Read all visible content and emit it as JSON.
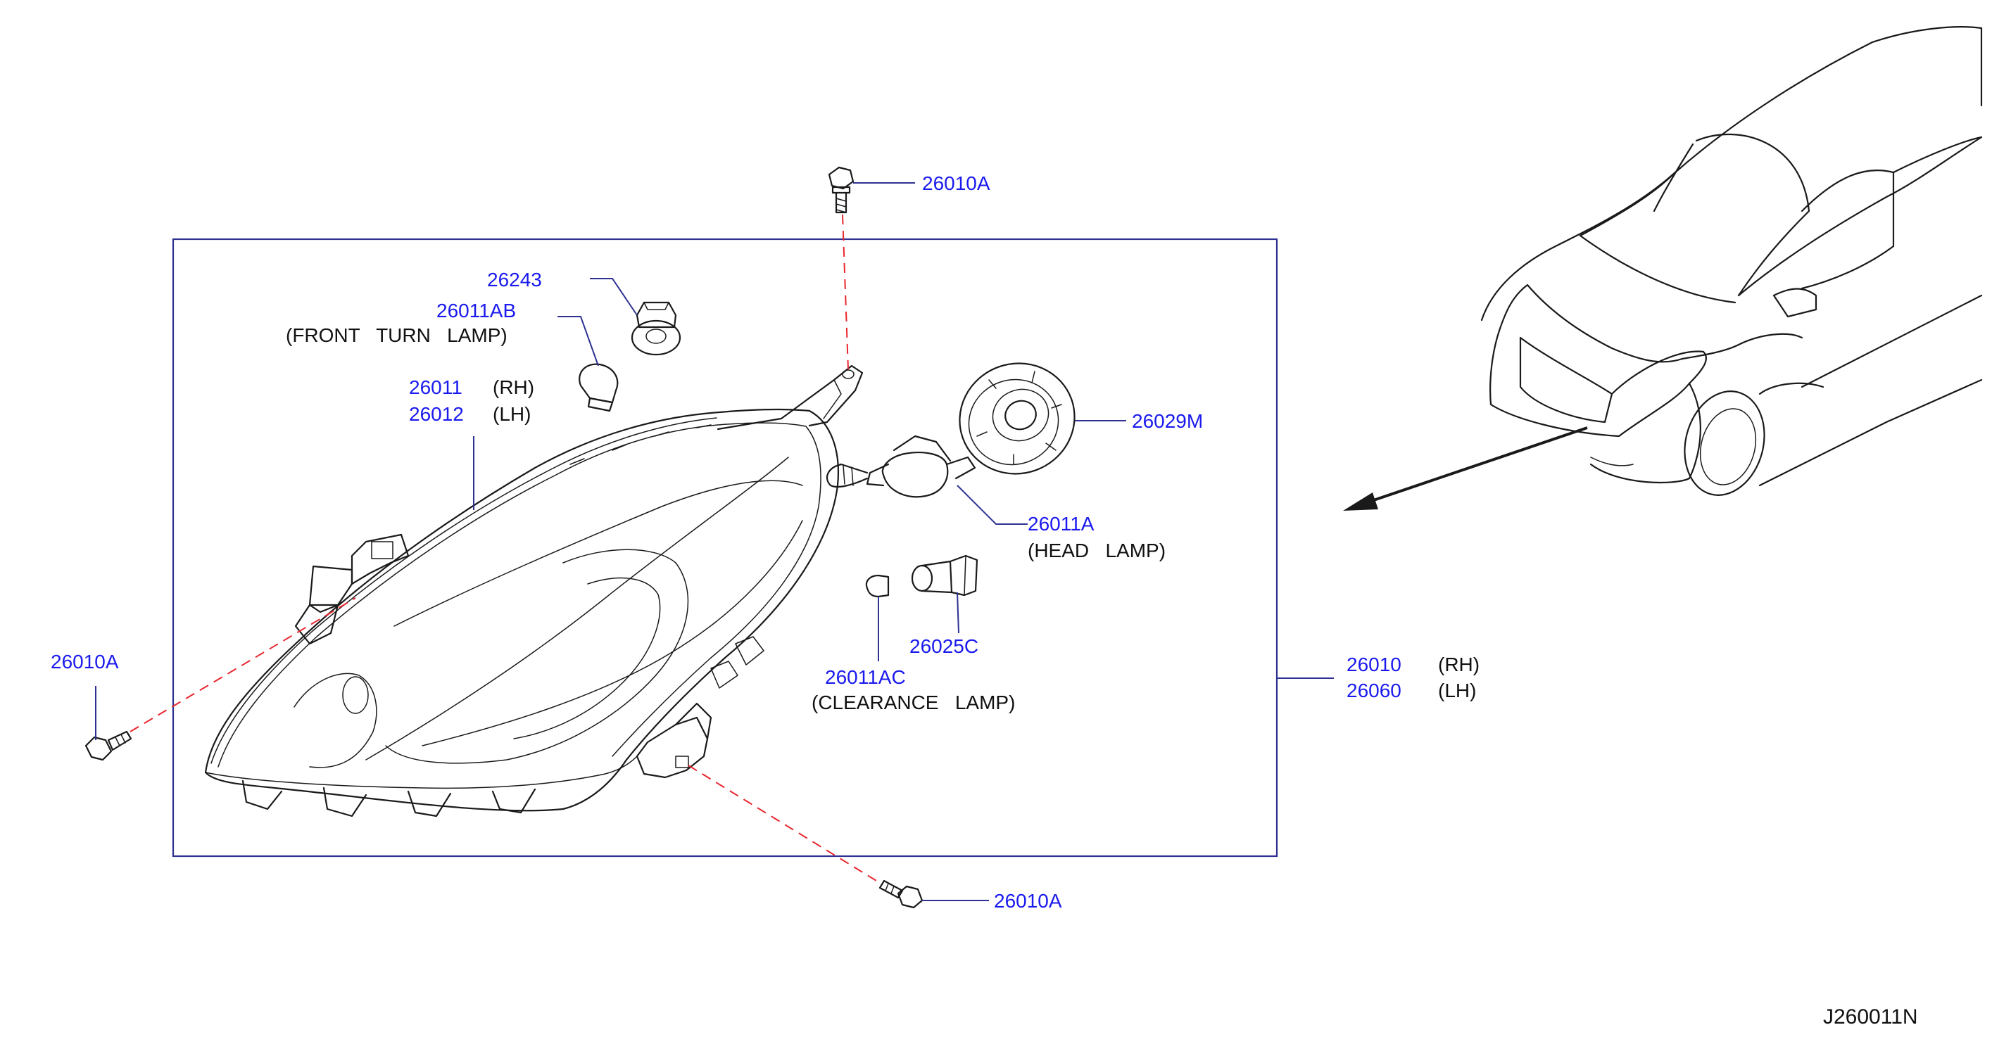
{
  "labels": {
    "bolt_top": "26010A",
    "bolt_left": "26010A",
    "bolt_bottom": "26010A",
    "socket_turn": "26243",
    "bulb_turn": "26011AB",
    "bulb_turn_desc": "(FRONT   TURN   LAMP)",
    "lens_rh": "26011",
    "lens_rh_side": "(RH)",
    "lens_lh": "26012",
    "lens_lh_side": "(LH)",
    "cap": "26029M",
    "bulb_head": "26011A",
    "bulb_head_desc": "(HEAD   LAMP)",
    "socket_clear": "26025C",
    "bulb_clear": "26011AC",
    "bulb_clear_desc": "(CLEARANCE   LAMP)",
    "assy_rh": "26010",
    "assy_rh_side": "(RH)",
    "assy_lh": "26060",
    "assy_lh_side": "(LH)"
  },
  "diagram_code": "J260011N",
  "colors": {
    "part_number": "#1a1aee",
    "leader_line": "#2e3192",
    "hidden_line": "#e8262e",
    "drawing_line": "#1a1a1a"
  }
}
